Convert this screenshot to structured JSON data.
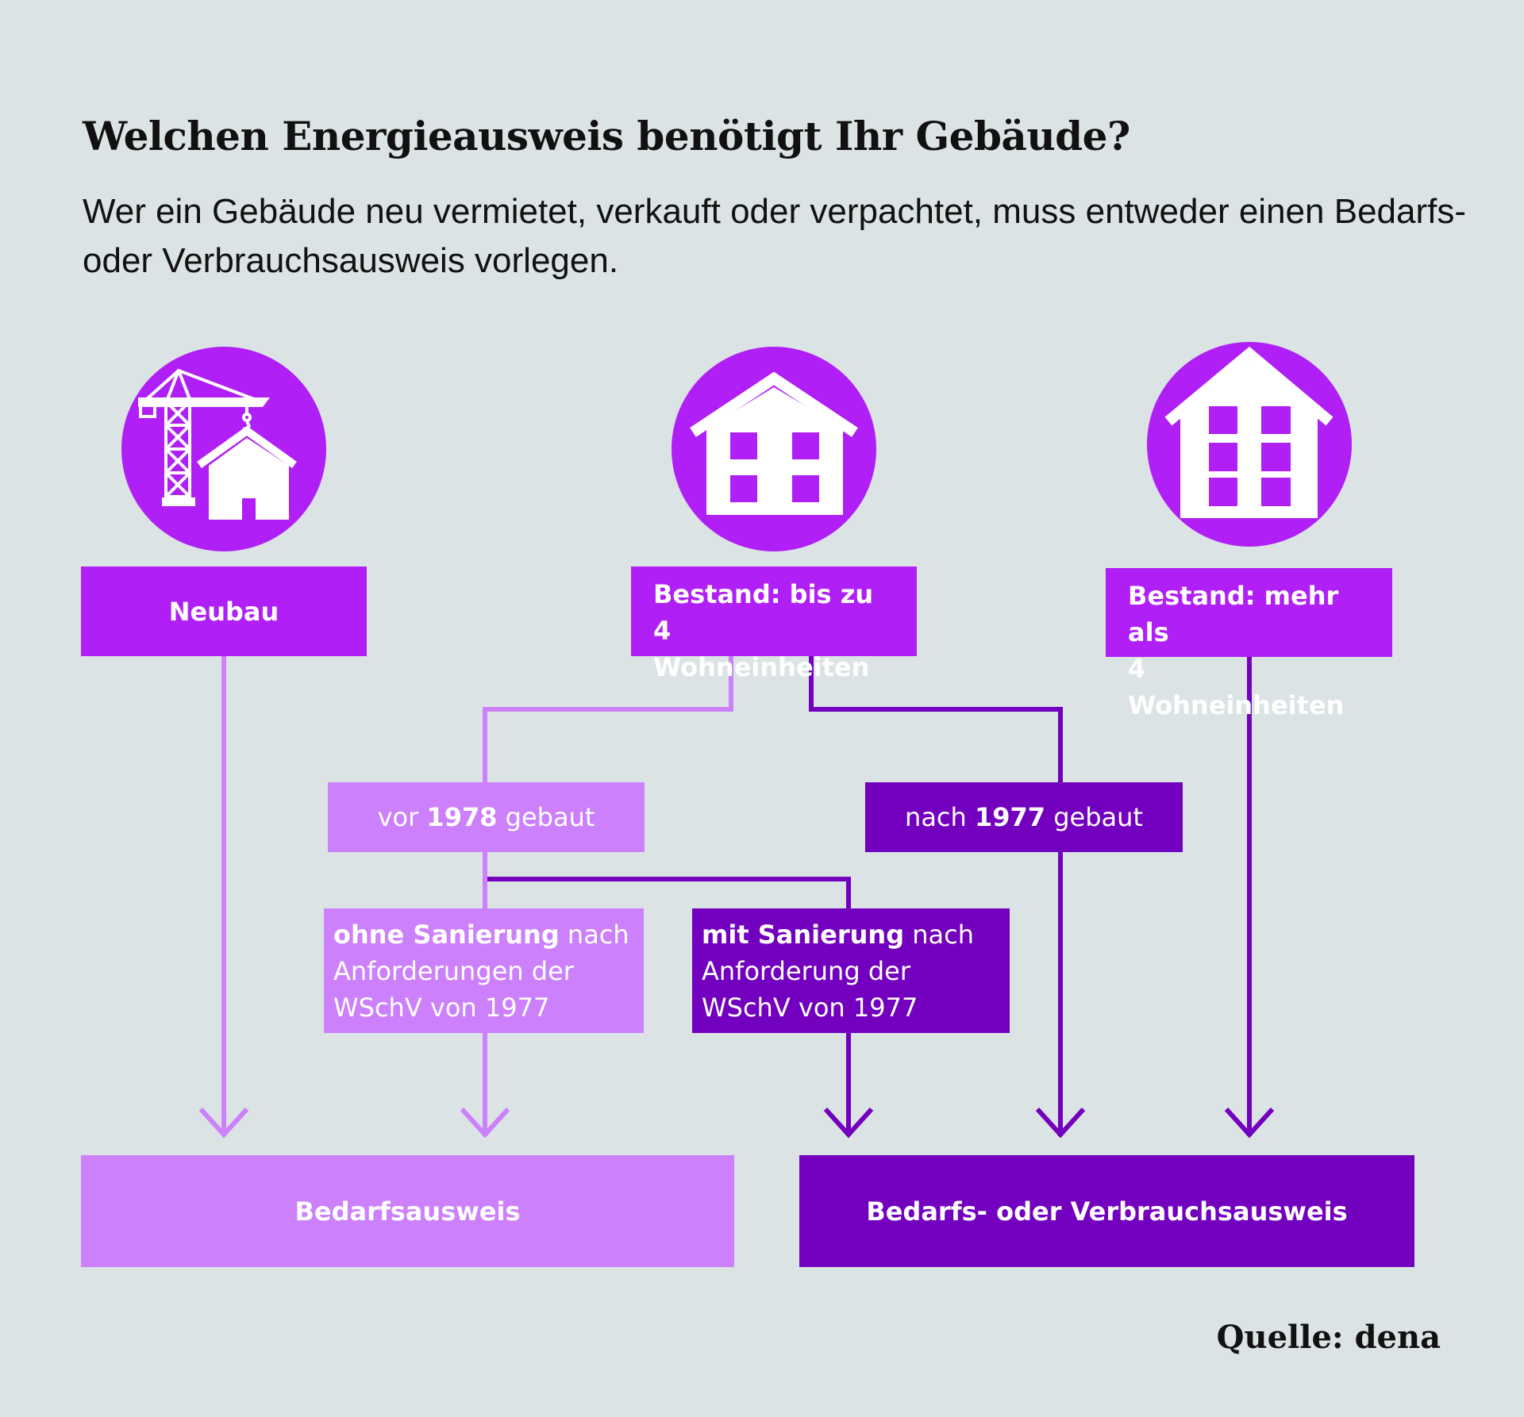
{
  "title": "Welchen Energieausweis benötigt Ihr Gebäude?",
  "subtitle": "Wer ein Gebäude neu vermietet, verkauft oder verpachtet, muss entweder einen Bedarfs- oder Verbrauchsausweis vorlegen.",
  "categories": [
    {
      "label": "Neubau",
      "icon": "crane-house-icon"
    },
    {
      "label_line1": "Bestand: bis zu",
      "label_line2": "4 Wohneinheiten",
      "icon": "small-house-icon"
    },
    {
      "label_line1": "Bestand: mehr als",
      "label_line2": "4 Wohneinheiten",
      "icon": "apartment-building-icon"
    }
  ],
  "conditions": {
    "vor": {
      "pre": "vor ",
      "bold": "1978",
      "post": " gebaut"
    },
    "nach": {
      "pre": "nach ",
      "bold": "1977",
      "post": " gebaut"
    },
    "ohne": {
      "bold": "ohne Sanierung",
      "post": " nach Anforderungen der WSchV von 1977"
    },
    "mit": {
      "bold": "mit Sanierung",
      "post": " nach Anforderung der WSchV von 1977"
    }
  },
  "results": {
    "bedarf": "Bedarfsausweis",
    "bedarf_oder_verbrauch": "Bedarfs- oder Verbrauchsausweis"
  },
  "source": "Quelle: dena",
  "colors": {
    "bright": "#b01ff6",
    "light": "#cc80fb",
    "dark": "#7300bf",
    "background": "#dbe3e4"
  }
}
